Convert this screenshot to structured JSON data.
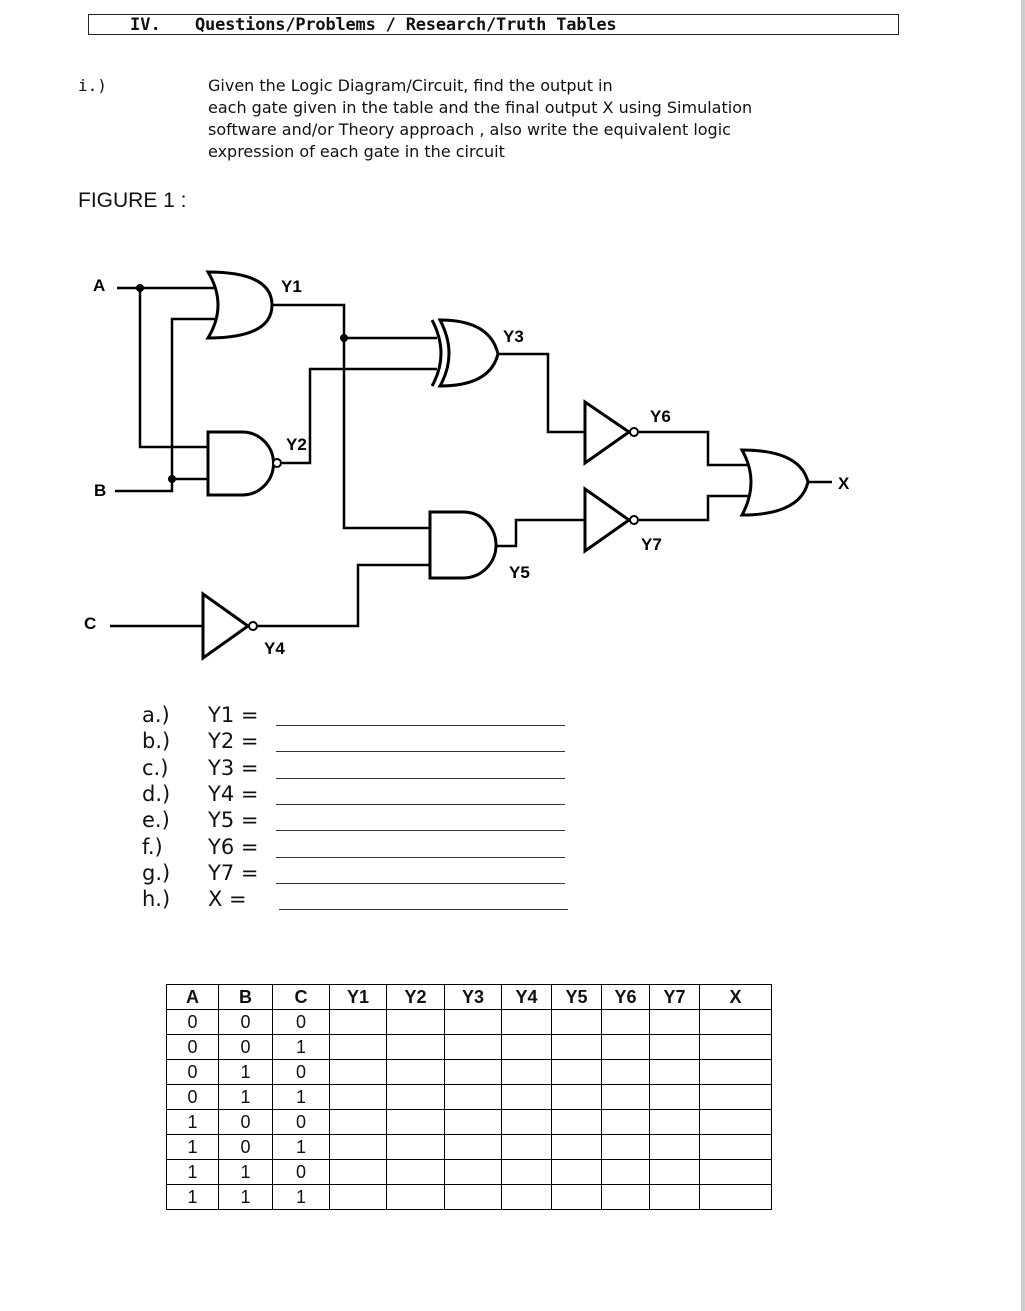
{
  "section": {
    "number": "IV.",
    "title": "Questions/Problems / Research/Truth Tables"
  },
  "question": {
    "number": "i.)",
    "lines": [
      "Given  the  Logic  Diagram/Circuit,  find the  output  in",
      "each  gate given in the table and  the  final output X  using Simulation",
      "software and/or Theory approach , also write the equivalent logic",
      "expression of each gate in the circuit"
    ]
  },
  "figure_label": "FIGURE 1 :",
  "circuit": {
    "inputs": [
      "A",
      "B",
      "C"
    ],
    "gate_labels": [
      "Y1",
      "Y2",
      "Y3",
      "Y4",
      "Y5",
      "Y6",
      "Y7",
      "X"
    ]
  },
  "answers": [
    {
      "letter": "a.)",
      "var": "Y1 ="
    },
    {
      "letter": "b.)",
      "var": "Y2 ="
    },
    {
      "letter": "c.)",
      "var": "Y3 ="
    },
    {
      "letter": "d.)",
      "var": "Y4 ="
    },
    {
      "letter": "e.)",
      "var": "Y5 ="
    },
    {
      "letter": "f.)",
      "var": "Y6 ="
    },
    {
      "letter": "g.)",
      "var": "Y7 ="
    },
    {
      "letter": "h.)",
      "var": "X  ="
    }
  ],
  "truth_table": {
    "headers": [
      "A",
      "B",
      "C",
      "Y1",
      "Y2",
      "Y3",
      "Y4",
      "Y5",
      "Y6",
      "Y7",
      "X"
    ],
    "rows": [
      [
        "0",
        "0",
        "0"
      ],
      [
        "0",
        "0",
        "1"
      ],
      [
        "0",
        "1",
        "0"
      ],
      [
        "0",
        "1",
        "1"
      ],
      [
        "1",
        "0",
        "0"
      ],
      [
        "1",
        "0",
        "1"
      ],
      [
        "1",
        "1",
        "0"
      ],
      [
        "1",
        "1",
        "1"
      ]
    ]
  }
}
